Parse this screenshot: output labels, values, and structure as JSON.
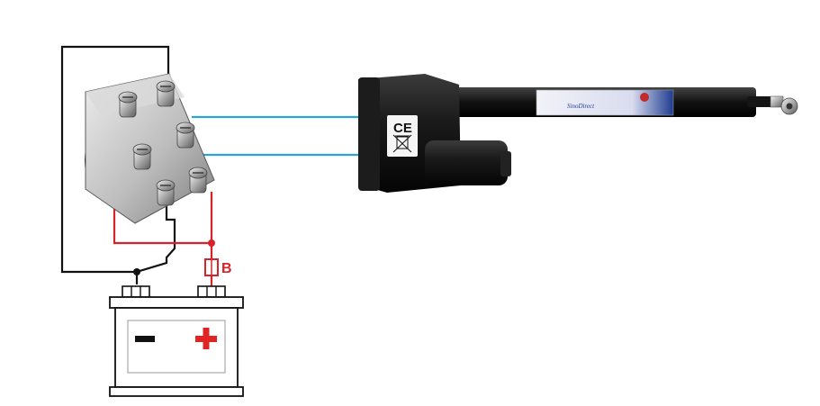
{
  "diagram": {
    "fuse_label": "B",
    "label_ce": "CE",
    "label_actuator_logo": "SinoDirect"
  },
  "colors": {
    "positive_wire": "#d8232a",
    "negative_wire": "#111111",
    "signal_wire": "#2aa3d6",
    "terminal_plus": "#e02424",
    "terminal_minus": "#111111"
  },
  "icons": {
    "switch": "dpdt-toggle-switch-icon",
    "actuator": "linear-actuator-icon",
    "battery": "battery-icon",
    "fuse": "fuse-icon"
  }
}
